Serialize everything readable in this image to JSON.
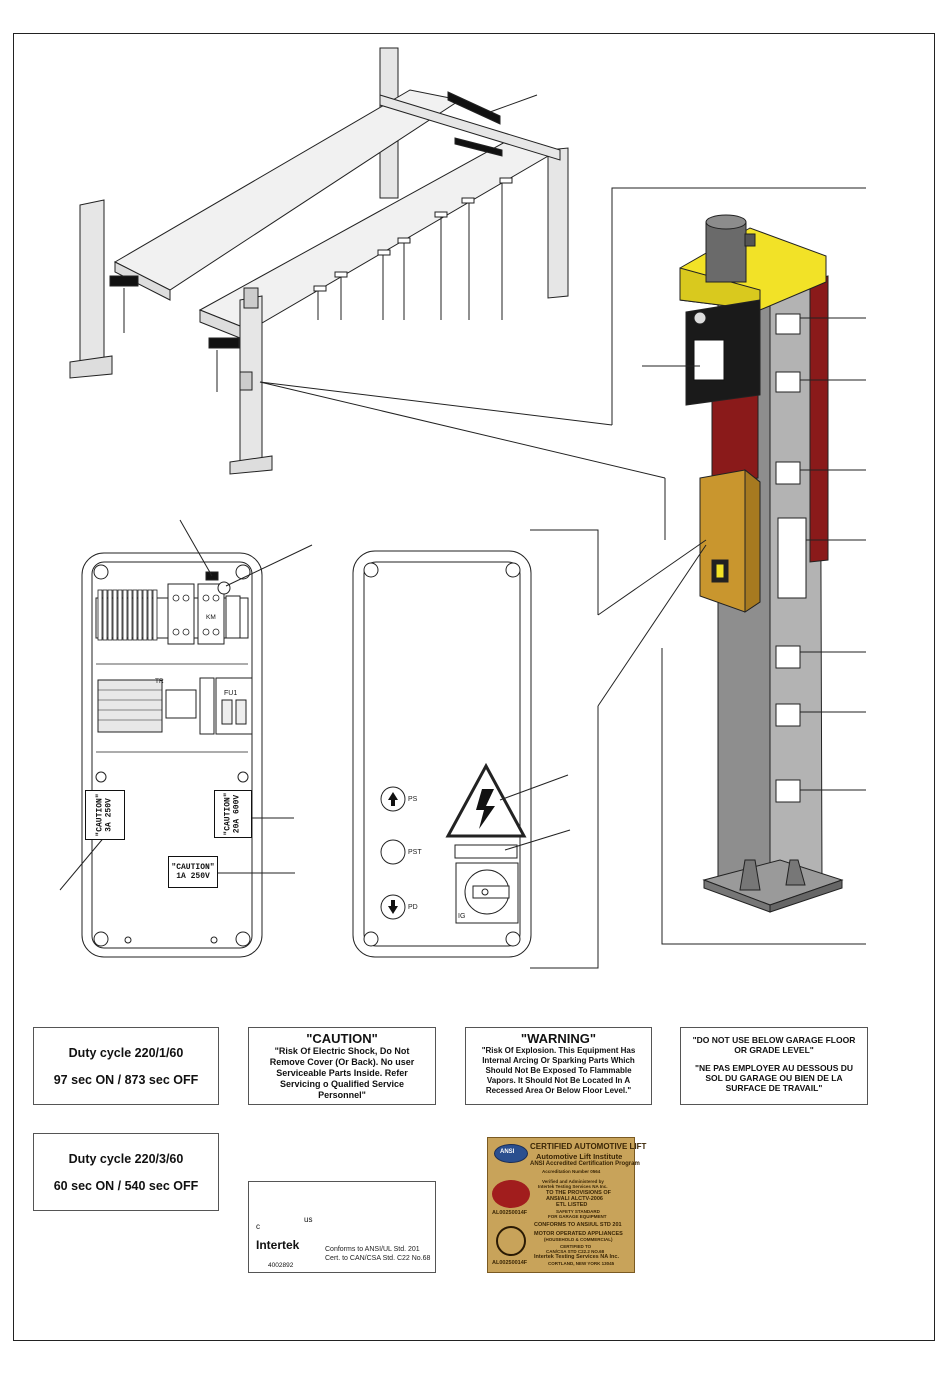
{
  "panel_captions": {
    "caution_3a": "\"CAUTION\"",
    "caution_3a_value": "3A 250V",
    "caution_20a": "\"CAUTION\"",
    "caution_20a_value": "20A 600V",
    "caution_1a": "\"CAUTION\"",
    "caution_1a_value": "1A 250V",
    "fuse_label": "FU1",
    "tr_label": "TR",
    "km_label": "KM",
    "pd_button": "PD",
    "ps_button": "PS",
    "pst_button": "PST",
    "switch_label": "IG"
  },
  "labels": {
    "duty1_title": "Duty cycle 220/1/60",
    "duty1_value": "97 sec ON / 873 sec OFF",
    "duty3_title": "Duty cycle 220/3/60",
    "duty3_value": "60 sec ON / 540 sec OFF",
    "caution_title": "\"CAUTION\"",
    "caution_body": "\"Risk Of Electric Shock, Do Not Remove Cover (Or Back).  No user Serviceable Parts Inside.  Refer Servicing o Qualified Service Personnel\"",
    "warning_title": "\"WARNING\"",
    "warning_body": "\"Risk Of Explosion.  This Equipment Has Internal Arcing Or Sparking Parts Which Should Not Be Exposed To Flammable Vapors.  It Should Not Be Located In A Recessed Area Or Below Floor Level.\"",
    "garage_en": "\"DO NOT USE BELOW GARAGE FLOOR OR GRADE LEVEL\"",
    "garage_fr": "\"NE PAS EMPLOYER AU DESSOUS DU SOL DU GARAGE OU BIEN DE LA SURFACE DE TRAVAIL\""
  },
  "etl": {
    "brand": "Intertek",
    "code": "4002892",
    "conform1": "Conforms to ANSI/UL  Std. 201",
    "conform2": "Cert. to CAN/CSA  Std. C22 No.68",
    "c": "c",
    "us": "us"
  },
  "ali": {
    "header": "CERTIFIED AUTOMOTIVE LIFT",
    "org": "Automotive Lift Institute",
    "program": "ANSI Accredited Certification Program",
    "acc": "Accreditation Number 0564",
    "verified": "Verified and Administered by",
    "intertek": "Intertek Testing Services NA Inc.",
    "provisions": "TO THE PROVISIONS OF",
    "std": "ANSI/ALI ALCTV-2006",
    "listed": "ETL LISTED",
    "safety": "SAFETY STANDARD",
    "garage": "FOR GARAGE EQUIPMENT",
    "conforms": "CONFORMS TO ANSI/UL STD 201",
    "motor": "MOTOR OPERATED APPLIANCES",
    "household": "(HOUSEHOLD & COMMERCIAL)",
    "certified": "CERTIFIED TO",
    "csa": "CAN/CSA STD C22.2 NO.68",
    "its": "Intertek Testing Services NA Inc.",
    "city": "CORTLAND, NEW YORK 13045",
    "serial1": "AL00250014F",
    "serial2": "AL00250014F",
    "ansi": "ANSI"
  },
  "colors": {
    "yellow": "#f2e227",
    "red": "#8a1a1a",
    "gold": "#c9962e",
    "steel": "#9a9a9a"
  }
}
